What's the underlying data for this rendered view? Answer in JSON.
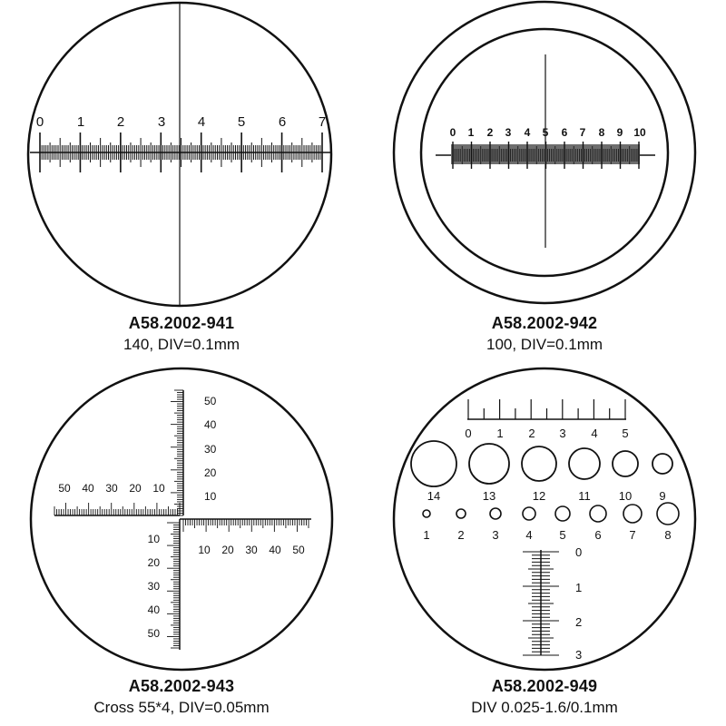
{
  "panels": [
    {
      "model": "A58.2002-941",
      "spec": "140, DIV=0.1mm",
      "scale_numbers": [
        "0",
        "1",
        "2",
        "3",
        "4",
        "5",
        "6",
        "7"
      ]
    },
    {
      "model": "A58.2002-942",
      "spec": "100, DIV=0.1mm",
      "scale_numbers": [
        "0",
        "1",
        "2",
        "3",
        "4",
        "5",
        "6",
        "7",
        "8",
        "9",
        "10"
      ]
    },
    {
      "model": "A58.2002-943",
      "spec": "Cross 55*4, DIV=0.05mm",
      "scale_numbers": [
        "10",
        "20",
        "30",
        "40",
        "50"
      ]
    },
    {
      "model": "A58.2002-949",
      "spec": "DIV 0.025-1.6/0.1mm",
      "ruler_numbers": [
        "0",
        "1",
        "2",
        "3",
        "4",
        "5"
      ],
      "big_circle_labels": [
        "14",
        "13",
        "12",
        "11",
        "10",
        "9"
      ],
      "small_circle_labels": [
        "1",
        "2",
        "3",
        "4",
        "5",
        "6",
        "7",
        "8"
      ],
      "vertical_scale_numbers": [
        "0",
        "1",
        "2",
        "3"
      ]
    }
  ]
}
